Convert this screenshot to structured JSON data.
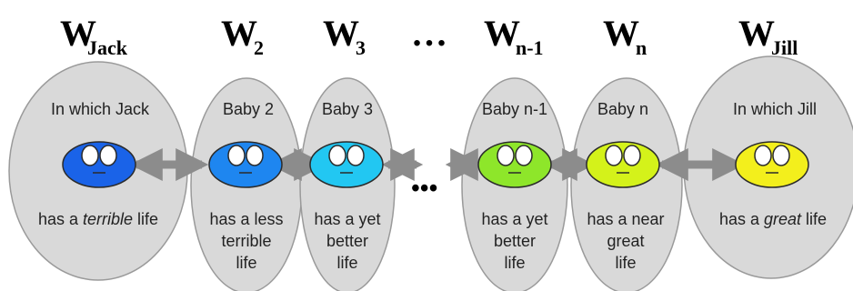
{
  "worlds": [
    {
      "id": "jack",
      "letter": "W",
      "subscript": "Jack",
      "caption_top": "In which Jack",
      "caption_bottom": [
        "has a ",
        "terrible",
        " life"
      ],
      "caption_italic_index": 1,
      "face_color": "#1a63e8"
    },
    {
      "id": "w2",
      "letter": "W",
      "subscript": "2",
      "caption_top": "Baby 2",
      "caption_bottom_lines": [
        "has a less",
        "terrible",
        "life"
      ],
      "face_color": "#1e86f0"
    },
    {
      "id": "w3",
      "letter": "W",
      "subscript": "3",
      "caption_top": "Baby 3",
      "caption_bottom_lines": [
        "has a yet",
        "better",
        "life"
      ],
      "face_color": "#22c7f2"
    },
    {
      "id": "wn1",
      "letter": "W",
      "subscript": "n-1",
      "caption_top": "Baby n-1",
      "caption_bottom_lines": [
        "has a yet",
        "better",
        "life"
      ],
      "face_color": "#8ee62a"
    },
    {
      "id": "wn",
      "letter": "W",
      "subscript": "n",
      "caption_top": "Baby n",
      "caption_bottom_lines": [
        "has a near",
        "great",
        "life"
      ],
      "face_color": "#d4f21a"
    },
    {
      "id": "jill",
      "letter": "W",
      "subscript": "Jill",
      "caption_top": "In which Jill",
      "caption_bottom": [
        "has a ",
        "great",
        " life"
      ],
      "caption_italic_index": 1,
      "face_color": "#f3ef1c"
    }
  ],
  "ellipsis_top": "…",
  "ellipsis_middle": "•••",
  "colors": {
    "ellipse_fill": "#d9d9d9",
    "ellipse_stroke": "#9a9a9a",
    "arrow": "#8c8c8c"
  }
}
